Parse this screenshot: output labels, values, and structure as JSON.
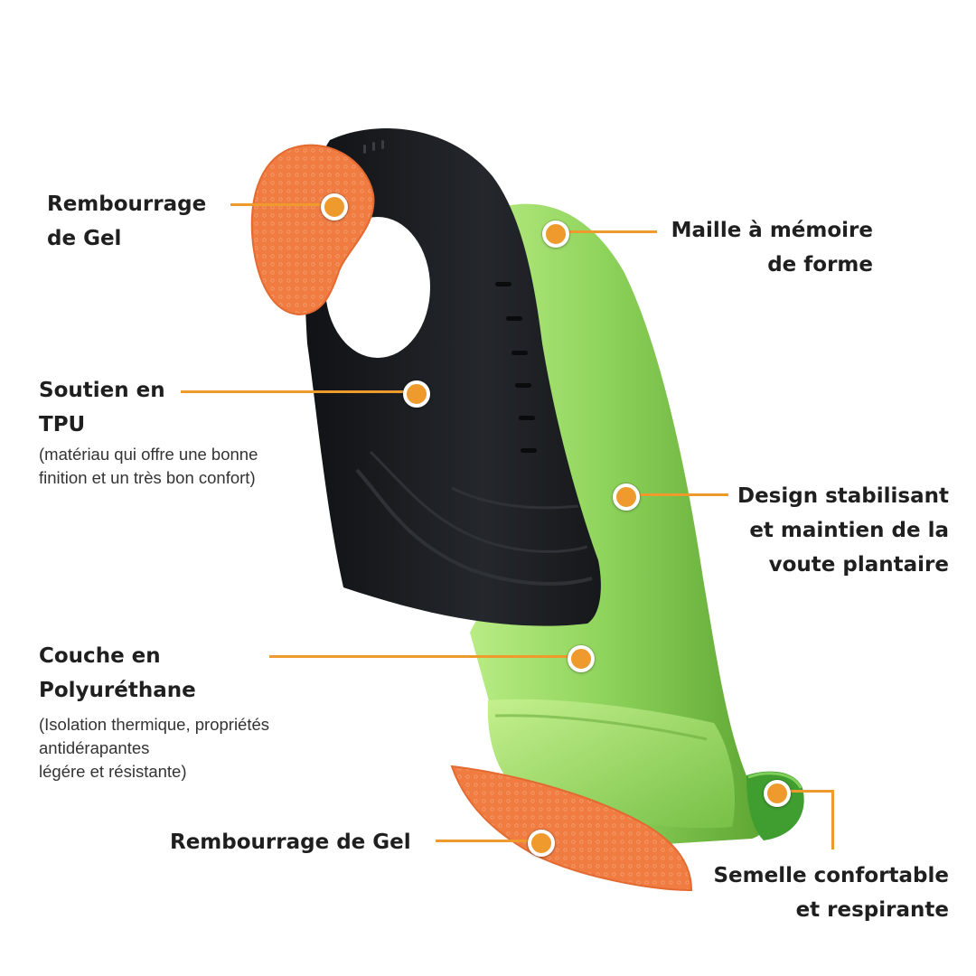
{
  "colors": {
    "accent": "#ef9a2c",
    "gel": "#f07c42",
    "foam_green": "#8dd35a",
    "shell_black": "#1c1e22",
    "text": "#1f1f1f"
  },
  "labels": {
    "gel_top": [
      "Rembourrage",
      "de Gel"
    ],
    "memory_mesh": [
      "Maille à mémoire",
      "de forme"
    ],
    "tpu": [
      "Soutien en",
      "TPU"
    ],
    "tpu_note": [
      "(matériau qui offre une bonne",
      "finition et un très bon confort)"
    ],
    "stabilizing": [
      "Design stabilisant",
      "et maintien de la",
      "voute plantaire"
    ],
    "polyurethane": [
      "Couche en",
      "Polyuréthane"
    ],
    "polyurethane_note": [
      "(Isolation thermique, propriétés",
      "antidérapantes",
      "légére et résistante)"
    ],
    "gel_bottom": "Rembourrage de Gel",
    "sole": [
      "Semelle confortable",
      "et respirante"
    ]
  }
}
